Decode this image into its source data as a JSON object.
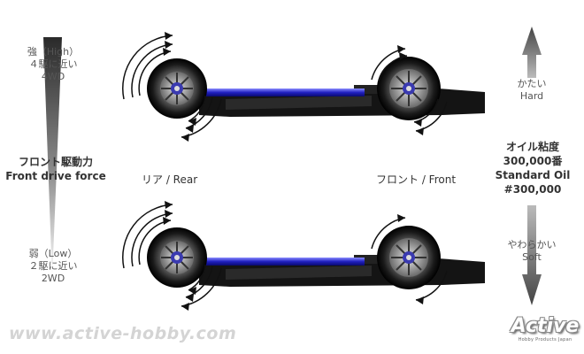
{
  "left_scale": {
    "high": {
      "jp": "強（High）",
      "line2": "４駆に近い",
      "line3": "4WD"
    },
    "label_jp": "フロント駆動力",
    "label_en": "Front drive force",
    "low": {
      "jp": "弱（Low）",
      "line2": "２駆に近い",
      "line3": "2WD"
    }
  },
  "car_labels": {
    "rear": "リア / Rear",
    "front": "フロント / Front"
  },
  "right_scale": {
    "hard": {
      "jp": "かたい",
      "en": "Hard"
    },
    "oil_jp": "オイル粘度",
    "oil_num": "300,000番",
    "oil_en": "Standard Oil",
    "oil_code": "#300,000",
    "soft": {
      "jp": "やわらかい",
      "en": "Soft"
    }
  },
  "watermark": "www.active-hobby.com",
  "logo": {
    "name": "Active",
    "sub": "Hobby Products Japan"
  }
}
